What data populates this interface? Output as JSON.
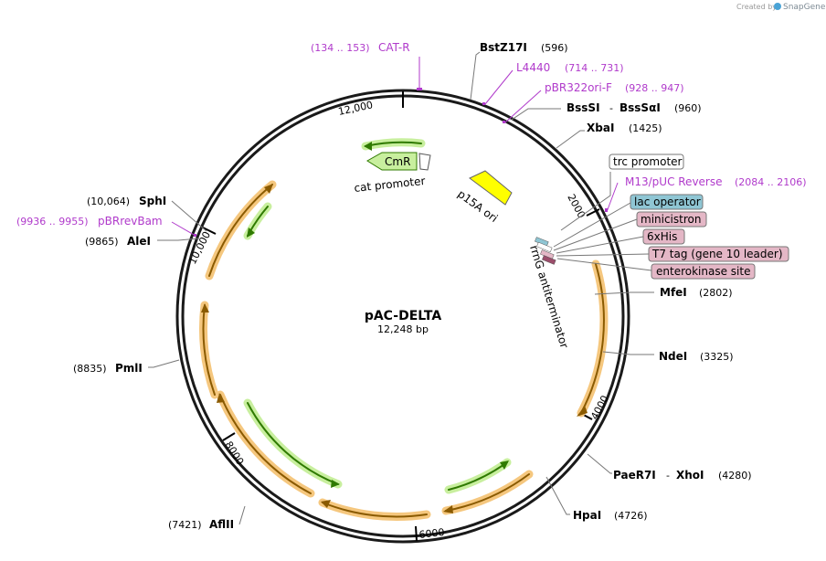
{
  "watermark": {
    "prefix": "Created by",
    "brand": "SnapGene"
  },
  "plasmid": {
    "name": "pAC-DELTA",
    "length_label": "12,248 bp",
    "length_bp": 12248
  },
  "ticks": [
    {
      "label": "2000",
      "bp": 2000
    },
    {
      "label": "4000",
      "bp": 4000
    },
    {
      "label": "6000",
      "bp": 6000
    },
    {
      "label": "8000",
      "bp": 8000
    },
    {
      "label": "10,000",
      "bp": 10000
    },
    {
      "label": "12,000",
      "bp": 12000
    }
  ],
  "enzymes": [
    {
      "name": "BstZ17I",
      "pos": "(596)"
    },
    {
      "name": "BssSI",
      "sep": "-",
      "name2": "BssSαI",
      "pos": "(960)"
    },
    {
      "name": "XbaI",
      "pos": "(1425)"
    },
    {
      "name": "MfeI",
      "pos": "(2802)"
    },
    {
      "name": "NdeI",
      "pos": "(3325)"
    },
    {
      "name": "PaeR7I",
      "sep": "-",
      "name2": "XhoI",
      "pos": "(4280)"
    },
    {
      "name": "HpaI",
      "pos": "(4726)"
    },
    {
      "name": "AflII",
      "pos": "(7421)"
    },
    {
      "name": "PmlI",
      "pos": "(8835)"
    },
    {
      "name": "AleI",
      "pos": "(9865)"
    },
    {
      "name": "SphI",
      "pos": "(10,064)"
    }
  ],
  "primers": [
    {
      "name": "CAT-R",
      "pos": "(134 .. 153)"
    },
    {
      "name": "L4440",
      "pos": "(714 .. 731)"
    },
    {
      "name": "pBR322ori-F",
      "pos": "(928 .. 947)"
    },
    {
      "name": "M13/pUC Reverse",
      "pos": "(2084 .. 2106)"
    },
    {
      "name": "pBRrevBam",
      "pos": "(9936 .. 9955)"
    }
  ],
  "features": [
    {
      "name": "CmR"
    },
    {
      "name": "cat promoter"
    },
    {
      "name": "p15A ori"
    },
    {
      "name": "rrnG antiterminator"
    },
    {
      "name": "trc promoter"
    },
    {
      "name": "lac operator"
    },
    {
      "name": "minicistron"
    },
    {
      "name": "6xHis"
    },
    {
      "name": "T7 tag (gene 10 leader)"
    },
    {
      "name": "enterokinase site"
    }
  ],
  "colors": {
    "backbone": "#1a1a1a",
    "primer": "#b03acb",
    "orf_fill": "#f5c77e",
    "orf_line": "#8a5a00",
    "green_fill": "#c8ef9e",
    "green_line": "#2f7a00",
    "ori": "#ffff00",
    "lac_operator": "#8fc6d4",
    "pink_label": "#e4b7c6",
    "white_label": "#ffffff"
  }
}
